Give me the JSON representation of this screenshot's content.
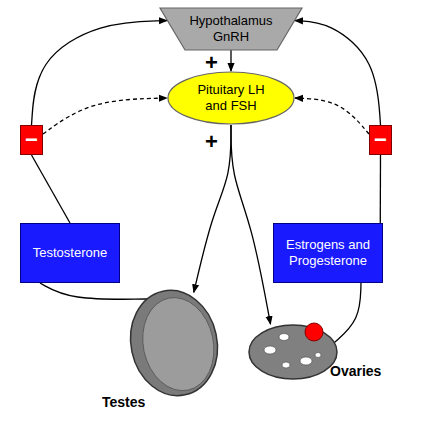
{
  "diagram": {
    "nodes": [
      {
        "text": [
          "Hypothalamus GnRH"
        ]
      },
      {
        "text": [
          "Pituitary LH and FSH"
        ]
      },
      {
        "text": [
          "−"
        ]
      },
      {
        "text": [
          "−"
        ]
      },
      {
        "text": [
          "Testosterone"
        ]
      },
      {
        "text": [
          "Estrogens and Progesterone"
        ]
      },
      {
        "text": [
          "Testes"
        ]
      },
      {
        "text": [
          "Ovaries"
        ]
      }
    ],
    "edges": [
      {
        "from": 0,
        "to": 1,
        "arrow": "to",
        "label": "+"
      },
      {
        "from": 1,
        "to": 6,
        "arrow": "to",
        "label": "+"
      },
      {
        "from": 1,
        "to": 7,
        "arrow": "to"
      },
      {
        "from": 4,
        "to": 2,
        "arrow": "none"
      },
      {
        "from": 2,
        "to": 0,
        "arrow": "to"
      },
      {
        "from": 2,
        "to": 1,
        "arrow": "to"
      },
      {
        "from": 5,
        "to": 3,
        "arrow": "none"
      },
      {
        "from": 3,
        "to": 0,
        "arrow": "to"
      },
      {
        "from": 3,
        "to": 1,
        "arrow": "to"
      },
      {
        "from": 6,
        "to": 4,
        "arrow": "none"
      },
      {
        "from": 7,
        "to": 5,
        "arrow": "none"
      }
    ]
  }
}
